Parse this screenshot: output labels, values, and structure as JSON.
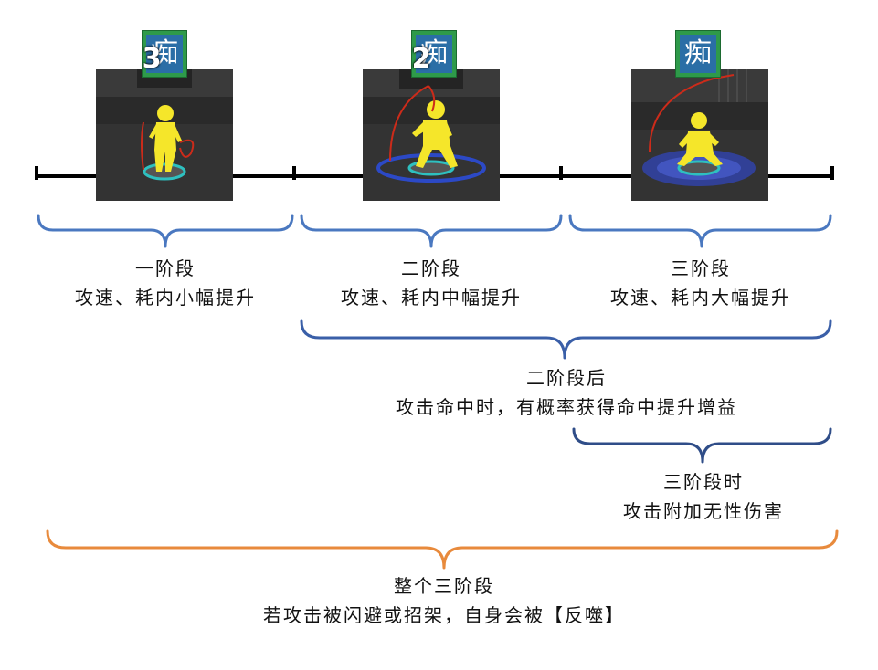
{
  "stages": [
    {
      "badge_char": "痴",
      "badge_num": "3",
      "title": "一阶段",
      "desc": "攻速、耗内小幅提升"
    },
    {
      "badge_char": "痴",
      "badge_num": "2",
      "title": "二阶段",
      "desc": "攻速、耗内中幅提升"
    },
    {
      "badge_char": "痴",
      "badge_num": "",
      "title": "三阶段",
      "desc": "攻速、耗内大幅提升"
    }
  ],
  "after_stage2": {
    "title": "二阶段后",
    "desc": "攻击命中时，有概率获得命中提升增益"
  },
  "during_stage3": {
    "title": "三阶段时",
    "desc": "攻击附加无性伤害"
  },
  "whole": {
    "title": "整个三阶段",
    "desc": "若攻击被闪避或招架，自身会被【反噬】"
  },
  "colors": {
    "timeline": "#000000",
    "brace_stage": "#4a78c0",
    "brace_after2": "#3a5fa8",
    "brace_stage3": "#2f4d88",
    "brace_whole": "#e88a3c",
    "figure": "#f5e62a",
    "ring": "#2ec0c0",
    "swirl": "#2c4ee0",
    "trail": "#cc2b1a"
  }
}
